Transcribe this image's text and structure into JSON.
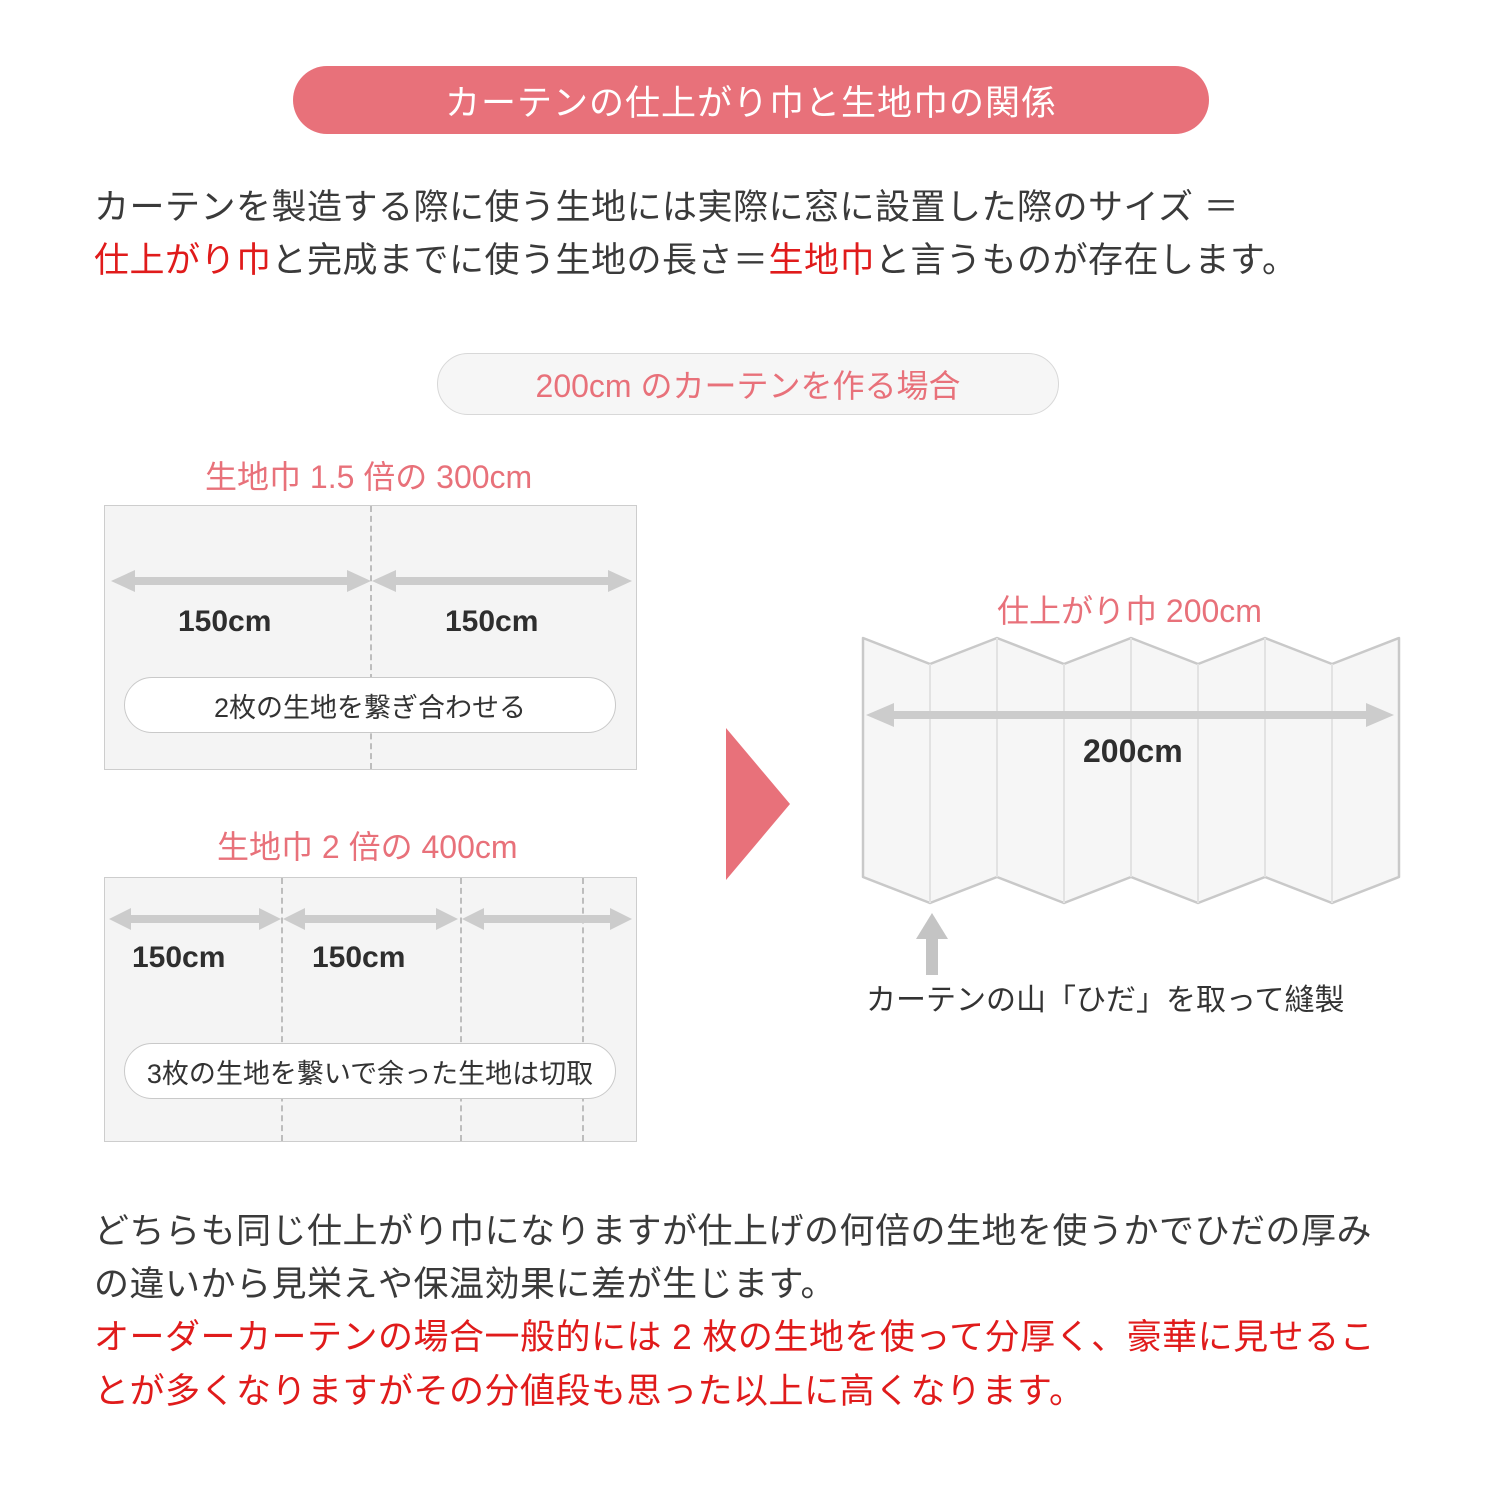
{
  "colors": {
    "accent_pink": "#e8717a",
    "red_text": "#e01b1b",
    "panel_bg": "#f4f4f4",
    "panel_border": "#cdcdcd",
    "arrow_gray": "#cccccc",
    "dash_gray": "#bdbdbd",
    "dark_text": "#3a3a3a"
  },
  "banner": {
    "title": "カーテンの仕上がり巾と生地巾の関係"
  },
  "intro": {
    "line1_a": "カーテンを製造する際に使う生地には実際に窓に設置した際のサイズ ＝",
    "hl1": "仕上がり巾",
    "line2_a": "と完成までに使う生地の長さ＝",
    "hl2": "生地巾",
    "line2_b": "と言うものが存在します。"
  },
  "sub_pill": {
    "label": "200cm のカーテンを作る場合"
  },
  "panels": [
    {
      "heading": "生地巾 1.5 倍の 300cm",
      "segments": [
        "150cm",
        "150cm"
      ],
      "note": "2枚の生地を繋ぎ合わせる"
    },
    {
      "heading": "生地巾 2 倍の 400cm",
      "segments": [
        "150cm",
        "150cm"
      ],
      "note": "3枚の生地を繋いで余った生地は切取"
    }
  ],
  "curtain": {
    "heading": "仕上がり巾 200cm",
    "dimension": "200cm",
    "caption": "カーテンの山「ひだ」を取って縫製"
  },
  "bottom": {
    "p1_line1": "どちらも同じ仕上がり巾になりますが仕上げの何倍の生地を使うかでひだの厚み",
    "p1_line2": "の違いから見栄えや保温効果に差が生じます。",
    "p2_line1": "オーダーカーテンの場合一般的には 2 枚の生地を使って分厚く、豪華に見せるこ",
    "p2_line2": "とが多くなりますがその分値段も思った以上に高くなります。"
  },
  "icons": {
    "big_arrow": "triangle-right-icon",
    "dim_arrow": "double-headed-arrow-icon",
    "pleat_arrow": "arrow-up-icon"
  }
}
